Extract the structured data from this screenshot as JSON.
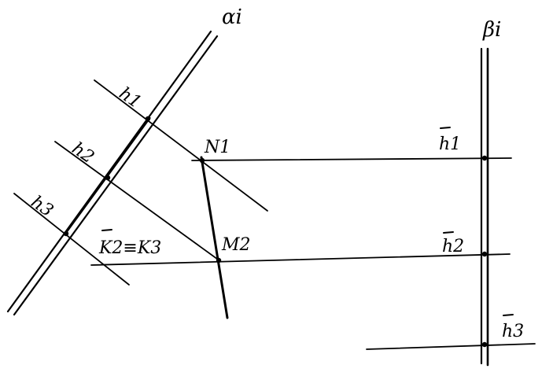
{
  "labels": {
    "alpha_plane": "αi",
    "beta_plane": "βi",
    "h1_left": "h1",
    "h2_left": "h2",
    "h3_left": "h3",
    "N1": "N1",
    "M2": "M2",
    "K_coincide": "K2≡K3",
    "h1_right": "h1",
    "h2_right": "h2",
    "h3_right": "h3"
  },
  "colors": {
    "ink": "#000000",
    "background": "#ffffff"
  }
}
